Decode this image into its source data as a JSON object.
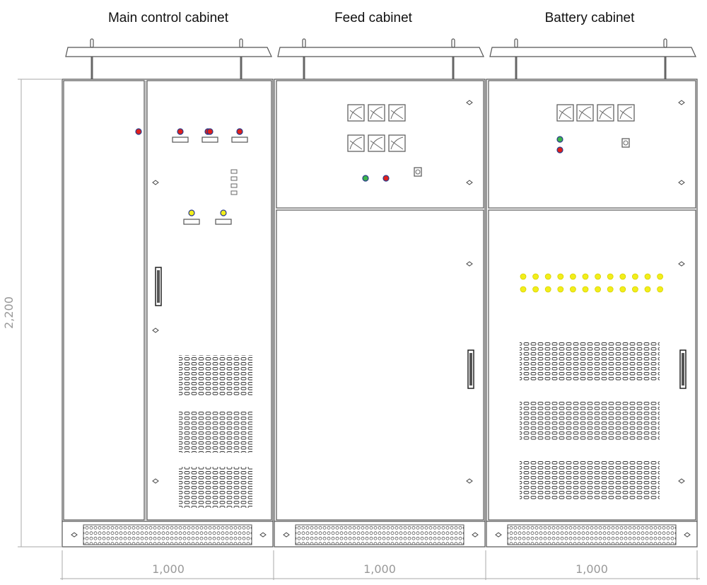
{
  "cabinets": [
    {
      "title": "Main control cabinet",
      "width_label": "1,000"
    },
    {
      "title": "Feed cabinet",
      "width_label": "1,000"
    },
    {
      "title": "Battery cabinet",
      "width_label": "1,000"
    }
  ],
  "height_label": "2,200",
  "colors": {
    "red_lamp": "#e0201c",
    "yellow_lamp": "#f2ee1a",
    "green_lamp": "#3bb54a",
    "screen_frame": "#8fd3dc",
    "line": "#555555"
  }
}
